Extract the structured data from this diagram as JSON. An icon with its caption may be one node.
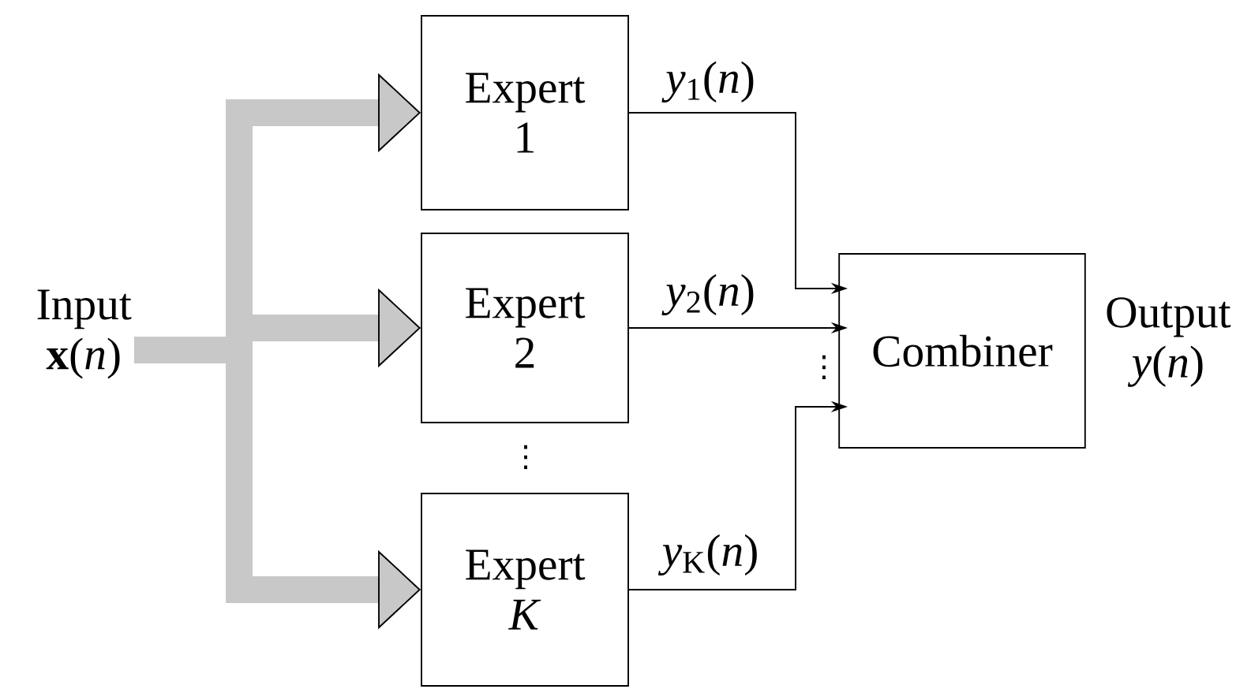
{
  "diagram": {
    "nodes": [
      {
        "text": [
          "Input **x**(*n*)"
        ]
      },
      {
        "text": [
          "Expert 1"
        ]
      },
      {
        "text": [
          "Expert 2"
        ]
      },
      {
        "text": [
          "Expert *K*"
        ]
      },
      {
        "text": [
          "Combiner"
        ],
        "beside": [
          "Output *y*(*n*)"
        ]
      }
    ],
    "edges": [
      {
        "from": 0,
        "to": 1,
        "arrow": "to",
        "style": "thick",
        "color": "#c8c8c8"
      },
      {
        "from": 0,
        "to": 2,
        "arrow": "to",
        "style": "thick",
        "color": "#c8c8c8"
      },
      {
        "from": 0,
        "to": 3,
        "arrow": "to",
        "style": "thick",
        "color": "#c8c8c8"
      },
      {
        "from": 1,
        "to": 4,
        "arrow": "to",
        "label": "*y*$_{1}$(*n*)",
        "color": "#000000"
      },
      {
        "from": 2,
        "to": 4,
        "arrow": "to",
        "label": "*y*$_{2}$(*n*)",
        "color": "#000000"
      },
      {
        "from": 3,
        "to": 4,
        "arrow": "to",
        "label": "*y*$_{K}$(*n*)",
        "color": "#000000"
      }
    ],
    "labels": [
      "⋮",
      "⋮"
    ]
  }
}
